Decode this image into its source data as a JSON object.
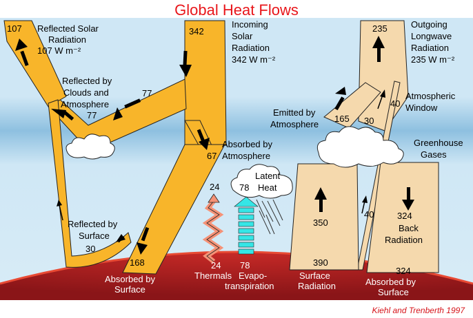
{
  "title": "Global Heat Flows",
  "credit": "Kiehl and Trenberth 1997",
  "colors": {
    "title": "#e8161b",
    "credit": "#d6141a",
    "solar": "#f8b52a",
    "longwave": "#f5d9ad",
    "sky": "#cfe7f5",
    "band": "#8ec0e0",
    "ground": "#9e1e21",
    "groundEdge": "#e84a34",
    "latent": "#35e6e6",
    "thermal": "#f59277"
  },
  "labels": {
    "reflected_solar": [
      "Reflected Solar",
      "Radiation",
      "107 W m⁻²"
    ],
    "incoming_solar": [
      "Incoming",
      "Solar",
      "Radiation",
      "342 W m⁻²"
    ],
    "outgoing_longwave": [
      "Outgoing",
      "Longwave",
      "Radiation",
      "235 W m⁻²"
    ],
    "reflected_clouds": [
      "Reflected by",
      "Clouds and",
      "Atmosphere"
    ],
    "absorbed_atmos": [
      "Absorbed by",
      "Atmosphere"
    ],
    "emitted_atmos": [
      "Emitted by",
      "Atmosphere"
    ],
    "atmos_window": [
      "Atmospheric",
      "Window"
    ],
    "greenhouse": [
      "Greenhouse",
      "Gases"
    ],
    "latent_heat": [
      "Latent",
      "Heat"
    ],
    "reflected_surface": [
      "Reflected by",
      "Surface"
    ],
    "back_radiation": [
      "Back",
      "Radiation"
    ],
    "absorbed_surface": [
      "Absorbed by",
      "Surface"
    ],
    "thermals": "Thermals",
    "evapo": [
      "Evapo-",
      "transpiration"
    ],
    "surface_radiation": [
      "Surface",
      "Radiation"
    ],
    "absorbed_surface_right": [
      "Absorbed by",
      "Surface"
    ]
  },
  "values": {
    "reflected_total": "107",
    "incoming": "342",
    "outgoing": "235",
    "clouds_77a": "77",
    "clouds_77b": "77",
    "absorbed_atmos": "67",
    "emitted_atmos": "165",
    "window_30": "30",
    "window_40_top": "40",
    "window_40_low": "40",
    "latent": "78",
    "thermals_top": "24",
    "thermals_bottom": "24",
    "evapo_bottom": "78",
    "reflected_surface": "30",
    "absorbed_surface": "168",
    "surface_radiation": "350",
    "surface_total": "390",
    "back_radiation": "324",
    "back_radiation_bottom": "324"
  }
}
